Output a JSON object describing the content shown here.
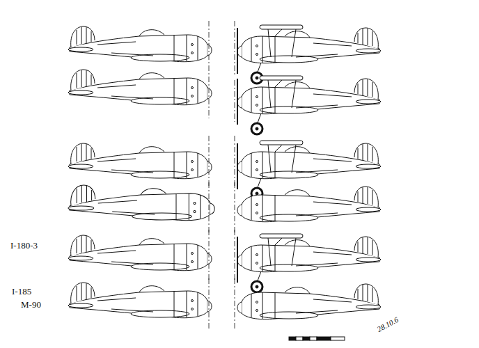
{
  "diagram": {
    "labels": [
      "I-180-3",
      "I-185",
      "M-90",
      "28.10.6"
    ]
  }
}
